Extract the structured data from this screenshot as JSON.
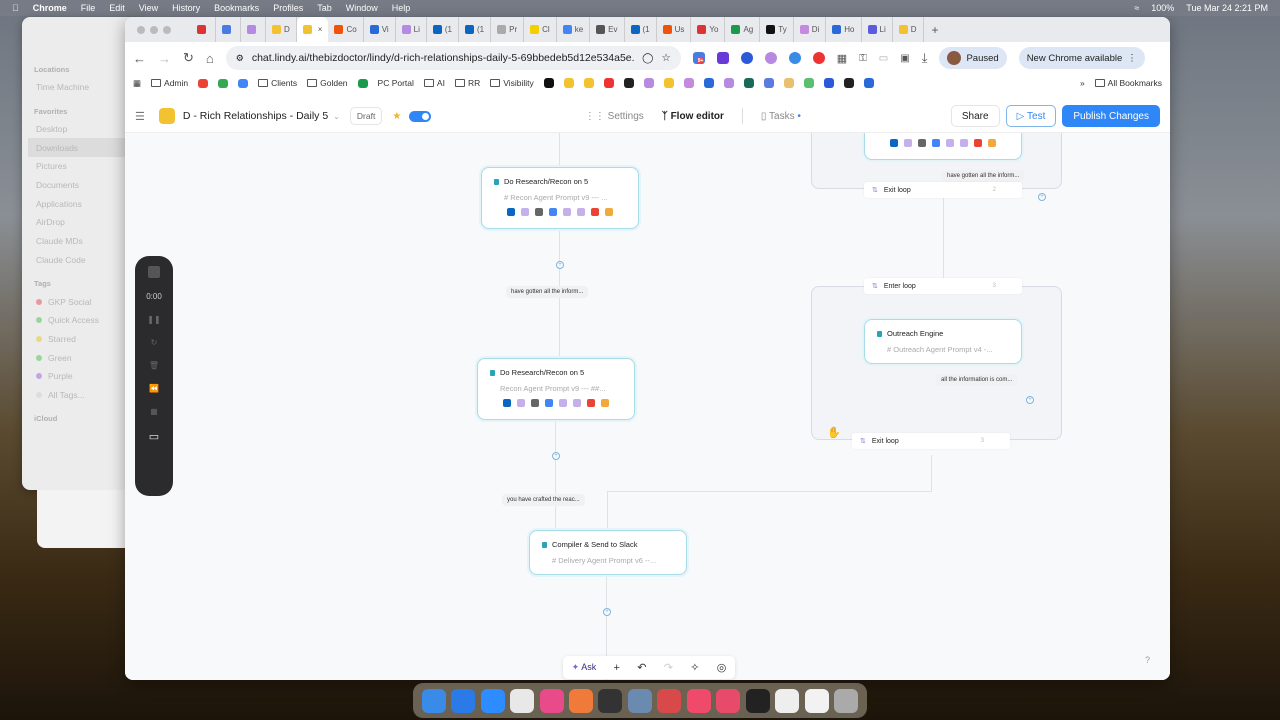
{
  "menubar": {
    "app": "Chrome",
    "items": [
      "File",
      "Edit",
      "View",
      "History",
      "Bookmarks",
      "Profiles",
      "Tab",
      "Window",
      "Help"
    ],
    "battery": "100%",
    "datetime": "Tue Mar 24  2:21 PM"
  },
  "finder": {
    "sections": [
      {
        "title": "Locations",
        "items": [
          "Time Machine"
        ]
      },
      {
        "title": "Favorites",
        "items": [
          "Desktop",
          "Downloads",
          "Pictures",
          "Documents",
          "Applications",
          "AirDrop",
          "Claude MDs",
          "Claude Code"
        ]
      },
      {
        "title": "Tags",
        "items": [
          "GKP Social",
          "Quick Access",
          "Starred",
          "Green",
          "Purple",
          "All Tags..."
        ]
      },
      {
        "title": "iCloud",
        "items": []
      }
    ],
    "selected": "Downloads",
    "tag_colors": [
      "#e89a9a",
      "#9ad69a",
      "#e8d98a",
      "#9ad69a",
      "#c3a5e0",
      "#ccc"
    ]
  },
  "recorder": {
    "time": "0:00"
  },
  "tabs": [
    {
      "label": "",
      "color": "#d33"
    },
    {
      "label": "",
      "color": "#4a7be0"
    },
    {
      "label": "",
      "color": "#b58ae0"
    },
    {
      "label": "D",
      "color": "#f2c230"
    },
    {
      "label": "",
      "color": "#f2c230",
      "active": true
    },
    {
      "label": "Co",
      "color": "#f0520a"
    },
    {
      "label": "Vi",
      "color": "#2a6ad8"
    },
    {
      "label": "Li",
      "color": "#b58ae0"
    },
    {
      "label": "(1",
      "color": "#0a66c2"
    },
    {
      "label": "(1",
      "color": "#0a66c2"
    },
    {
      "label": "Pr",
      "color": "#aaa"
    },
    {
      "label": "Cl",
      "color": "#f2d000"
    },
    {
      "label": "ke",
      "color": "#4285f4"
    },
    {
      "label": "Ev",
      "color": "#555"
    },
    {
      "label": "(1",
      "color": "#0a66c2"
    },
    {
      "label": "Us",
      "color": "#f0520a"
    },
    {
      "label": "Yo",
      "color": "#d33"
    },
    {
      "label": "Ag",
      "color": "#1a9a4a"
    },
    {
      "label": "Ty",
      "color": "#111"
    },
    {
      "label": "Di",
      "color": "#c58ae0"
    },
    {
      "label": "Ho",
      "color": "#2a6ad8"
    },
    {
      "label": "Li",
      "color": "#5b5be0"
    },
    {
      "label": "D",
      "color": "#f2c230"
    }
  ],
  "browser": {
    "url": "chat.lindy.ai/thebizdoctor/lindy/d-rich-relationships-daily-5-69bbedeb5d12e534a5e...",
    "profile": "Paused",
    "update": "New Chrome available",
    "ext_badge": "9+"
  },
  "bookmarks": {
    "items": [
      "Admin",
      "Clients",
      "Golden",
      "PC Portal",
      "AI",
      "RR",
      "Visibility"
    ],
    "all": "All Bookmarks"
  },
  "app": {
    "title": "D - Rich Relationships - Daily 5",
    "status": "Draft",
    "nav": {
      "settings": "Settings",
      "flow_editor": "Flow editor",
      "tasks": "Tasks"
    },
    "share": "Share",
    "test": "Test",
    "publish": "Publish Changes",
    "accent": "#2f86f6"
  },
  "flow": {
    "nodes": [
      {
        "title": "Do Research/Recon on 5",
        "subtitle": "# Recon Agent Prompt v9 --- ..."
      },
      {
        "title": "Do Research/Recon on 5",
        "subtitle": "Recon Agent Prompt v9 --- ##..."
      },
      {
        "title": "Compiler & Send to Slack",
        "subtitle": "# Delivery Agent Prompt v6 --..."
      },
      {
        "title": "Outreach Engine",
        "subtitle": "# Outreach Agent Prompt v4 -..."
      }
    ],
    "conditions": [
      "have gotten all the inform...",
      "you have crafted the reac...",
      "have gotten all the inform...",
      "all the information is com..."
    ],
    "loops": [
      {
        "label": "Exit loop",
        "num": "2"
      },
      {
        "label": "Enter loop",
        "num": "3"
      },
      {
        "label": "Exit loop",
        "num": "3"
      }
    ],
    "toolbar": {
      "ask": "Ask"
    },
    "help": "?"
  }
}
